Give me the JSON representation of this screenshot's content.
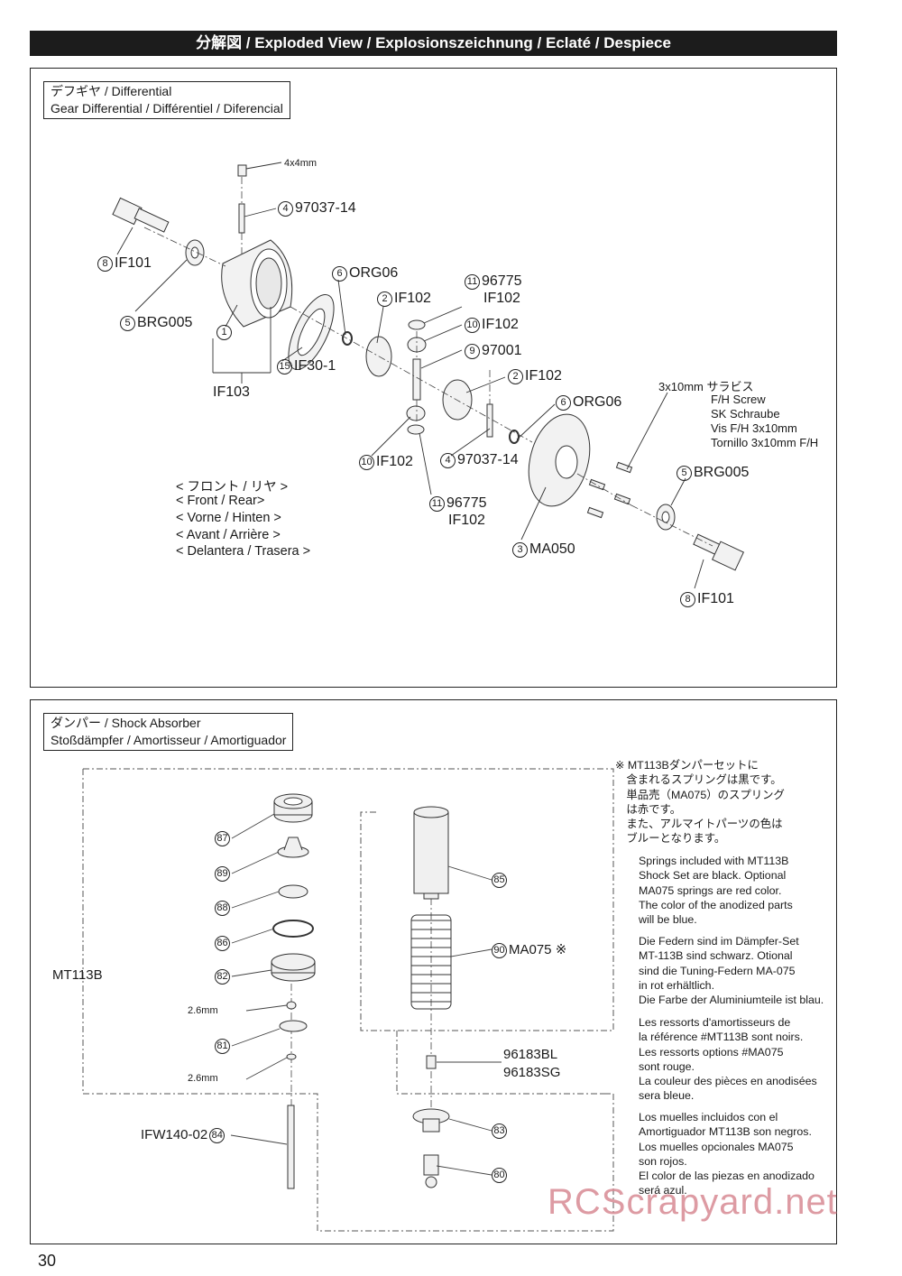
{
  "banner": {
    "title": "分解図 / Exploded View / Explosionszeichnung / Eclaté / Despiece"
  },
  "differential": {
    "caption_line1": "デフギヤ /  Differential",
    "caption_line2": "Gear Differential / Différentiel / Diferencial",
    "labels": {
      "set_screw_size": "4x4mm",
      "p4_top": "97037-14",
      "p8_left": "IF101",
      "p5_left": "BRG005",
      "p1": "",
      "p15": "IF30-1",
      "ass": "IF103",
      "p6_top": "ORG06",
      "p2_top": "IF102",
      "p11_top_a": "96775",
      "p11_top_b": "IF102",
      "p10_top": "IF102",
      "p9": "97001",
      "p2_mid": "IF102",
      "p6_mid": "ORG06",
      "p10_bot": "IF102",
      "p4_bot": "97037-14",
      "p11_bot_a": "96775",
      "p11_bot_b": "IF102",
      "p3": "MA050",
      "p5_right": "BRG005",
      "p8_right": "IF101"
    },
    "screw_note": [
      "3x10mm  サラビス",
      "F/H Screw",
      "SK Schraube",
      "Vis F/H 3x10mm",
      "Tornillo 3x10mm F/H"
    ],
    "front_rear": [
      "< フロント / リヤ >",
      "< Front / Rear>",
      "< Vorne / Hinten >",
      "< Avant / Arrière >",
      "< Delantera / Trasera >"
    ]
  },
  "shock": {
    "caption_line1": "ダンパー /  Shock Absorber",
    "caption_line2": "Stoßdämpfer / Amortisseur / Amortiguador",
    "set_label": "MT113B",
    "labels": {
      "sz1": "2.6mm",
      "sz2": "2.6mm",
      "p84": "IFW140-02",
      "p90": "MA075 ※",
      "p_bl": "96183BL",
      "p_sg": "96183SG"
    },
    "notes": {
      "ja": "※ MT113Bダンパーセットに\n　含まれるスプリングは黒です。\n　単品売（MA075）のスプリング\n　は赤です。\n　また、アルマイトパーツの色は\n　ブルーとなります。",
      "en": "Springs included with MT113B\nShock Set are black. Optional\nMA075 springs are red color.\nThe color of the anodized parts\nwill be blue.",
      "de": "Die Federn sind im Dämpfer-Set\nMT-113B sind schwarz. Otional\nsind die Tuning-Federn MA-075\nin rot erhältlich.\nDie Farbe der Aluminiumteile ist blau.",
      "fr": "Les ressorts d'amortisseurs de\nla référence #MT113B sont noirs.\nLes ressorts options #MA075\nsont rouge.\nLa couleur des pièces en anodisées\nsera bleue.",
      "es": "Los muelles incluidos con el\nAmortiguador MT113B son negros.\nLos muelles opcionales MA075\nson rojos.\nEl color de las piezas en anodizado\nserá azul."
    }
  },
  "page_number": "30",
  "watermark": "RCScrapyard.net"
}
